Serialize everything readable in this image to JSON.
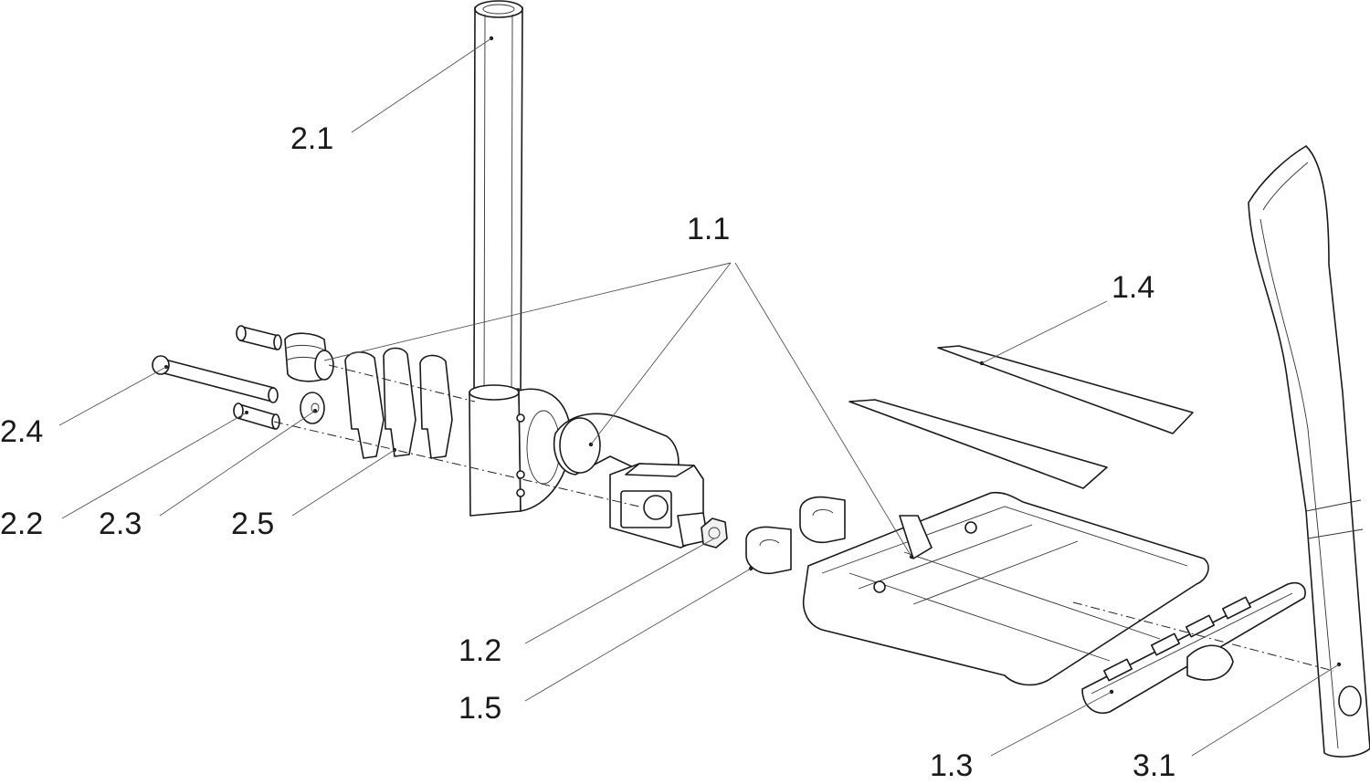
{
  "diagram": {
    "labels": {
      "l_2_1": "2.1",
      "l_1_1": "1.1",
      "l_1_4": "1.4",
      "l_2_4": "2.4",
      "l_2_2": "2.2",
      "l_2_3": "2.3",
      "l_2_5": "2.5",
      "l_1_2": "1.2",
      "l_1_5": "1.5",
      "l_1_3": "1.3",
      "l_3_1": "3.1"
    }
  }
}
